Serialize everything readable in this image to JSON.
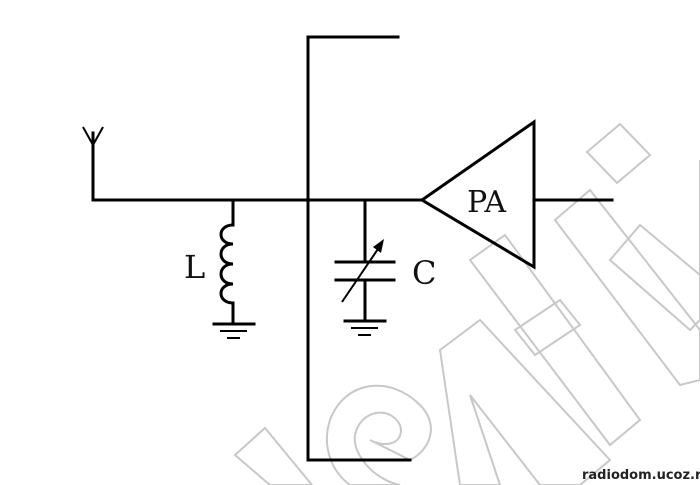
{
  "labels": {
    "inductor": "L",
    "capacitor": "C",
    "amplifier": "PA"
  },
  "credit": "radiodom.ucoz.ru",
  "watermark_color": "#c8c8c8"
}
